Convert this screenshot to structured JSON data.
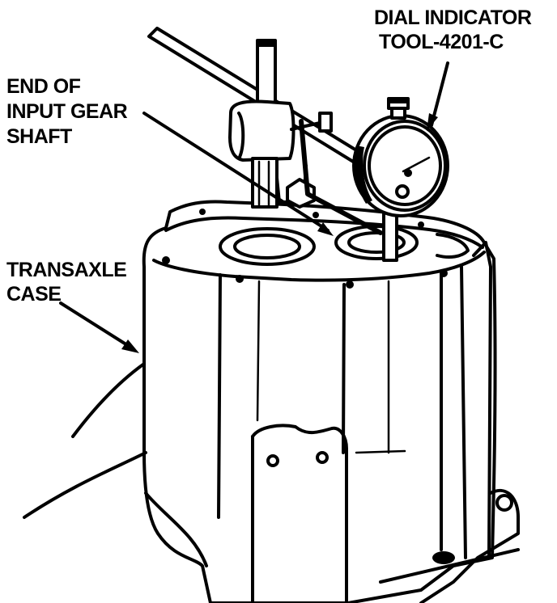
{
  "labels": {
    "dial_indicator_line1": "DIAL INDICATOR",
    "dial_indicator_line2": "TOOL-4201-C",
    "input_shaft_line1": "END OF",
    "input_shaft_line2": "INPUT GEAR",
    "input_shaft_line3": "SHAFT",
    "case_line1": "TRANSAXLE",
    "case_line2": "CASE"
  },
  "colors": {
    "ink": "#000000",
    "paper": "#ffffff"
  }
}
